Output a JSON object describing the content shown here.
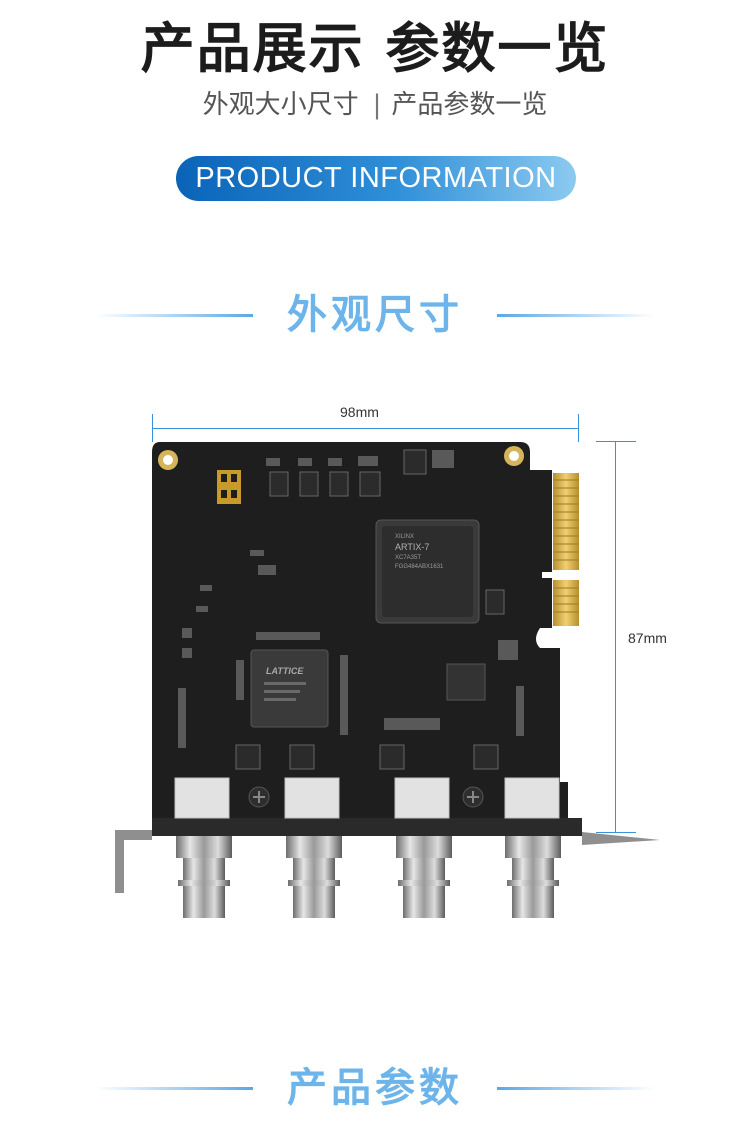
{
  "header": {
    "title": "产品展示 参数一览",
    "subtitle_left": "外观大小尺寸",
    "subtitle_sep": "|",
    "subtitle_right": "产品参数一览",
    "badge": "PRODUCT INFORMATION"
  },
  "sections": {
    "appearance": {
      "title": "外观尺寸"
    },
    "params": {
      "title": "产品参数"
    }
  },
  "dimensions": {
    "width_label": "98mm",
    "height_label": "87mm"
  },
  "board": {
    "chips": {
      "fpga_brand": "XILINX",
      "fpga_name": "ARTIX-7",
      "fpga_part": "XC7A35T",
      "fpga_code": "FGG484ABX1631",
      "cpld_brand": "LATTICE"
    },
    "connectors": [
      "bnc-1",
      "bnc-2",
      "bnc-3",
      "bnc-4"
    ]
  },
  "colors": {
    "accent": "#2f8fd8",
    "heading": "#6db4ea",
    "pcb": "#1f1f1f",
    "gold": "#d9b14a"
  }
}
